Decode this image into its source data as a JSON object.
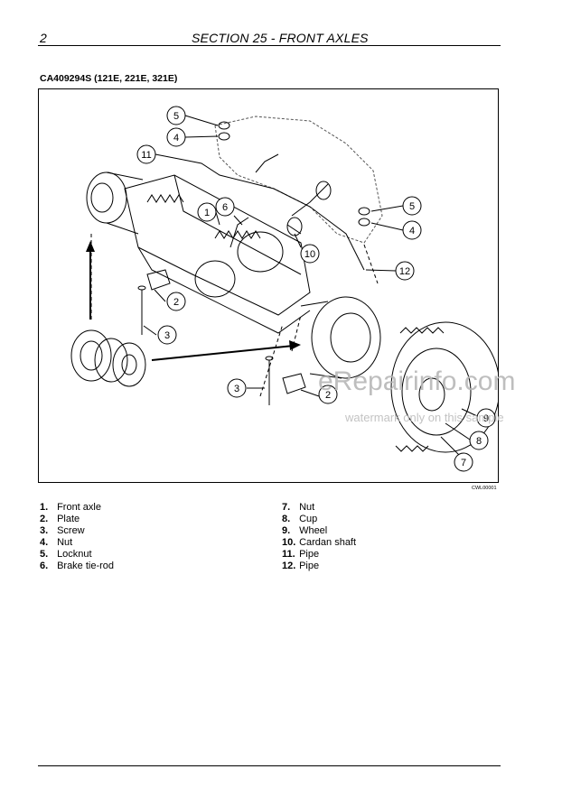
{
  "header": {
    "page_number": "2",
    "section_title": "SECTION 25 - FRONT AXLES"
  },
  "figure": {
    "caption": "CA409294S (121E, 221E, 321E)",
    "code": "CWL00001",
    "callouts": [
      "5",
      "4",
      "11",
      "6",
      "1",
      "5",
      "4",
      "10",
      "12",
      "2",
      "3",
      "3",
      "2",
      "9",
      "8",
      "7"
    ]
  },
  "legend": {
    "left": [
      {
        "num": "1.",
        "label": "Front axle"
      },
      {
        "num": "2.",
        "label": "Plate"
      },
      {
        "num": "3.",
        "label": "Screw"
      },
      {
        "num": "4.",
        "label": "Nut"
      },
      {
        "num": "5.",
        "label": "Locknut"
      },
      {
        "num": "6.",
        "label": "Brake tie-rod"
      }
    ],
    "right": [
      {
        "num": "7.",
        "label": "Nut"
      },
      {
        "num": "8.",
        "label": "Cup"
      },
      {
        "num": "9.",
        "label": "Wheel"
      },
      {
        "num": "10.",
        "label": "Cardan shaft"
      },
      {
        "num": "11.",
        "label": "Pipe"
      },
      {
        "num": "12.",
        "label": "Pipe"
      }
    ]
  },
  "watermark": {
    "main": "eRepairinfo.com",
    "sub": "watermark only on this sample"
  }
}
